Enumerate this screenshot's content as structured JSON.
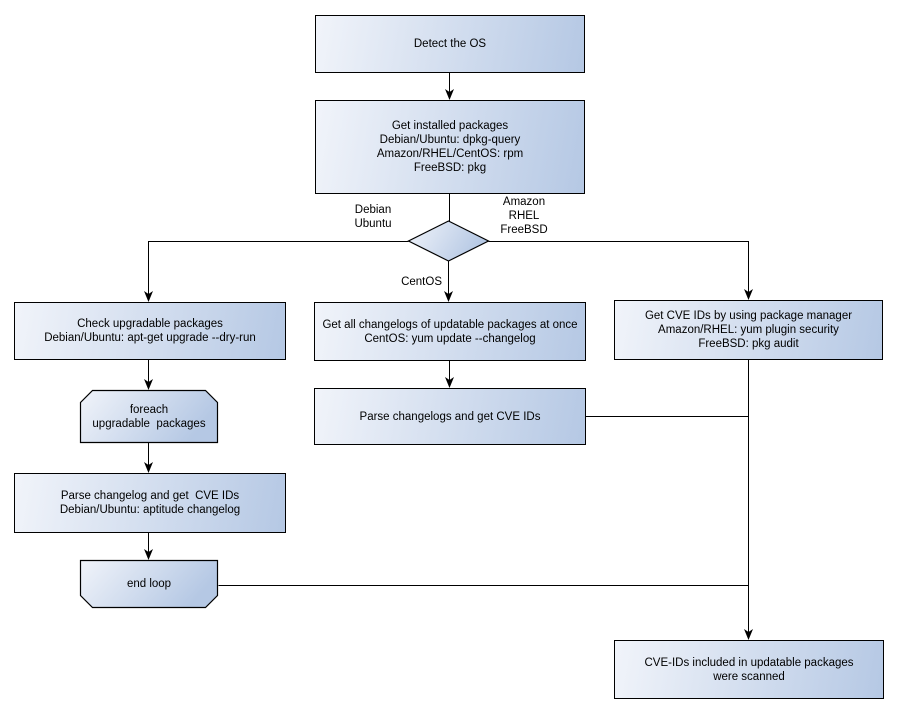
{
  "flowchart": {
    "nodes": {
      "detect_os": "Detect the OS",
      "get_installed_packages": "Get installed packages\nDebian/Ubuntu: dpkg-query\nAmazon/RHEL/CentOS: rpm\nFreeBSD: pkg",
      "check_upgradable_packages": "Check upgradable packages\nDebian/Ubuntu: apt-get upgrade --dry-run",
      "foreach_loop": "foreach\nupgradable  packages",
      "parse_changelog_debian": "Parse changelog and get  CVE IDs\nDebian/Ubuntu: aptitude changelog",
      "end_loop": "end loop",
      "get_all_changelogs": "Get all changelogs of updatable packages at once\nCentOS: yum update --changelog",
      "parse_changelogs_centos": "Parse changelogs and get CVE IDs",
      "get_cve_ids_pkg_manager": "Get CVE IDs by using package manager\nAmazon/RHEL: yum plugin security\nFreeBSD: pkg audit",
      "scan_result": "CVE-IDs included in updatable packages\nwere scanned"
    },
    "edge_labels": {
      "debian_ubuntu": "Debian\nUbuntu",
      "amazon_rhel_freebsd": "Amazon\nRHEL\nFreeBSD",
      "centos": "CentOS"
    },
    "colors": {
      "node_fill_start": "#f1f4fa",
      "node_fill_end": "#b5c8e4",
      "node_border": "#000000",
      "connector": "#000000",
      "text": "#000000",
      "background": "#ffffff"
    }
  }
}
